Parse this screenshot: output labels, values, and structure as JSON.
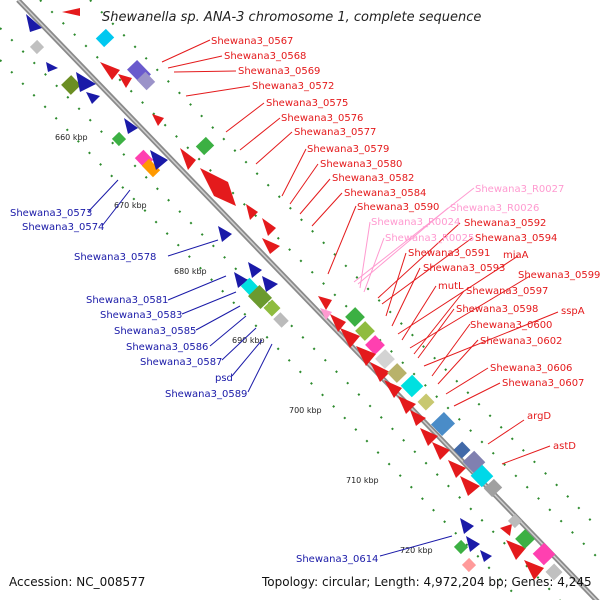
{
  "title": "Shewanella sp. ANA-3 chromosome 1, complete sequence",
  "footer": {
    "accession": "Accession: NC_008577",
    "topology": "Topology: circular; Length: 4,972,204 bp; Genes: 4,245"
  },
  "scale_ticks": [
    "660 kbp",
    "670 kbp",
    "680 kbp",
    "690 kbp",
    "700 kbp",
    "710 kbp",
    "720 kbp"
  ],
  "colors": {
    "forward_gene": "#e41a1c",
    "reverse_gene": "#1a1aa8",
    "rna_gene": "#ff9ad0",
    "backbone": "#8a8a8a"
  },
  "labels_right": [
    {
      "text": "Shewana3_0567",
      "kind": "red"
    },
    {
      "text": "Shewana3_0568",
      "kind": "red"
    },
    {
      "text": "Shewana3_0569",
      "kind": "red"
    },
    {
      "text": "Shewana3_0572",
      "kind": "red"
    },
    {
      "text": "Shewana3_0575",
      "kind": "red"
    },
    {
      "text": "Shewana3_0576",
      "kind": "red"
    },
    {
      "text": "Shewana3_0577",
      "kind": "red"
    },
    {
      "text": "Shewana3_0579",
      "kind": "red"
    },
    {
      "text": "Shewana3_0580",
      "kind": "red"
    },
    {
      "text": "Shewana3_0582",
      "kind": "red"
    },
    {
      "text": "Shewana3_0584",
      "kind": "red"
    },
    {
      "text": "Shewana3_R0027",
      "kind": "pink"
    },
    {
      "text": "Shewana3_0590",
      "kind": "red"
    },
    {
      "text": "Shewana3_R0026",
      "kind": "pink"
    },
    {
      "text": "Shewana3_R0024",
      "kind": "pink"
    },
    {
      "text": "Shewana3_0592",
      "kind": "red"
    },
    {
      "text": "Shewana3_R0025",
      "kind": "pink"
    },
    {
      "text": "Shewana3_0594",
      "kind": "red"
    },
    {
      "text": "Shewana3_0591",
      "kind": "red"
    },
    {
      "text": "miaA",
      "kind": "red"
    },
    {
      "text": "Shewana3_0593",
      "kind": "red"
    },
    {
      "text": "Shewana3_0599",
      "kind": "red"
    },
    {
      "text": "mutL",
      "kind": "red"
    },
    {
      "text": "Shewana3_0597",
      "kind": "red"
    },
    {
      "text": "Shewana3_0598",
      "kind": "red"
    },
    {
      "text": "sspA",
      "kind": "red"
    },
    {
      "text": "Shewana3_0600",
      "kind": "red"
    },
    {
      "text": "Shewana3_0602",
      "kind": "red"
    },
    {
      "text": "Shewana3_0606",
      "kind": "red"
    },
    {
      "text": "Shewana3_0607",
      "kind": "red"
    },
    {
      "text": "argD",
      "kind": "red"
    },
    {
      "text": "astD",
      "kind": "red"
    }
  ],
  "labels_left": [
    {
      "text": "Shewana3_0573",
      "kind": "blue"
    },
    {
      "text": "Shewana3_0574",
      "kind": "blue"
    },
    {
      "text": "Shewana3_0578",
      "kind": "blue"
    },
    {
      "text": "Shewana3_0581",
      "kind": "blue"
    },
    {
      "text": "Shewana3_0583",
      "kind": "blue"
    },
    {
      "text": "Shewana3_0585",
      "kind": "blue"
    },
    {
      "text": "Shewana3_0586",
      "kind": "blue"
    },
    {
      "text": "Shewana3_0587",
      "kind": "blue"
    },
    {
      "text": "psd",
      "kind": "blue"
    },
    {
      "text": "Shewana3_0589",
      "kind": "blue"
    },
    {
      "text": "Shewana3_0614",
      "kind": "blue"
    }
  ]
}
